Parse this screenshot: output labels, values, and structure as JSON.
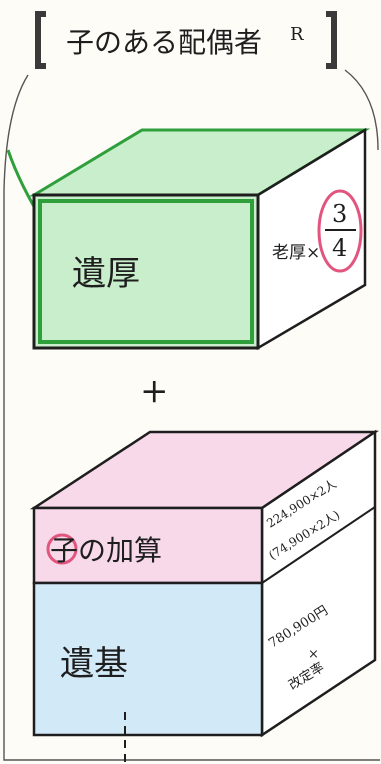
{
  "header": {
    "title": "子のある配偶者",
    "title_suffix": "R"
  },
  "upper_block": {
    "front_label": "遺厚",
    "side_label": "老厚×",
    "fraction": {
      "numerator": "3",
      "denominator": "4"
    }
  },
  "plus_sign": "+",
  "lower_block": {
    "top_label": "子の加算",
    "bottom_label": "遺基",
    "top_side_lines": [
      "224,900×2人",
      "(74,900×2人)"
    ],
    "bottom_side_lines": [
      "780,900円",
      "×",
      "改定率"
    ]
  },
  "colors": {
    "green_fill": "#c9eecb",
    "green_edge": "#2f9f3b",
    "pink_fill": "#f7d9ea",
    "blue_fill": "#d2e9f7",
    "ink": "#1e1e1e",
    "circle": "#e2557f"
  }
}
